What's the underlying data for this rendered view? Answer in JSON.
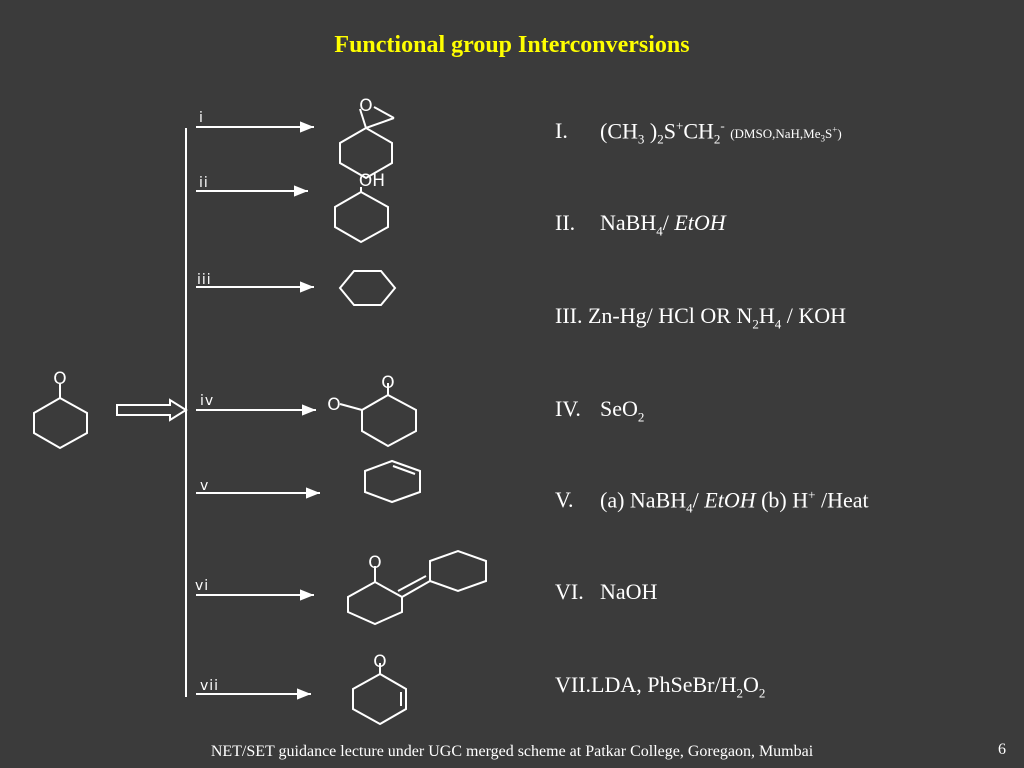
{
  "slide": {
    "title": "Functional group Interconversions",
    "footer": "NET/SET guidance lecture under UGC merged scheme at Patkar College, Goregaon, Mumbai",
    "page_number": "6"
  },
  "scheme": {
    "arrow_labels": [
      "i",
      "ii",
      "iii",
      "iv",
      "v",
      "vi",
      "vii"
    ],
    "atom_labels": {
      "oxygen": "O",
      "hydroxyl": "OH"
    }
  },
  "reagents": {
    "r1": {
      "num": "I.",
      "a": "(CH",
      "a_sub": "3",
      "b": " )",
      "b_sub": "2",
      "c": "S",
      "c_sup": "+",
      "d": "CH",
      "d_sub": "2",
      "d_sup": "-",
      "note_a": "(DMSO,NaH,Me",
      "note_sub": "3",
      "note_b": "S",
      "note_sup": "+",
      "note_c": ")"
    },
    "r2": {
      "num": "II.",
      "a": "NaBH",
      "a_sub": "4",
      "b": "/ ",
      "italic": "EtOH"
    },
    "r3": {
      "num": "III.",
      "a": "Zn-Hg/ HCl OR N",
      "a_sub": "2",
      "b": "H",
      "b_sub": "4",
      "c": " / KOH"
    },
    "r4": {
      "num": "IV.",
      "a": "SeO",
      "a_sub": "2"
    },
    "r5": {
      "num": "V.",
      "a": "(a) NaBH",
      "a_sub": "4",
      "b": "/ ",
      "italic": "EtOH",
      "c": " (b) H",
      "c_sup": "+",
      "d": " /Heat"
    },
    "r6": {
      "num": "VI.",
      "a": "NaOH"
    },
    "r7": {
      "num": "VII.",
      "a": "LDA, PhSeBr/H",
      "a_sub": "2",
      "b": "O",
      "b_sub": "2"
    }
  }
}
